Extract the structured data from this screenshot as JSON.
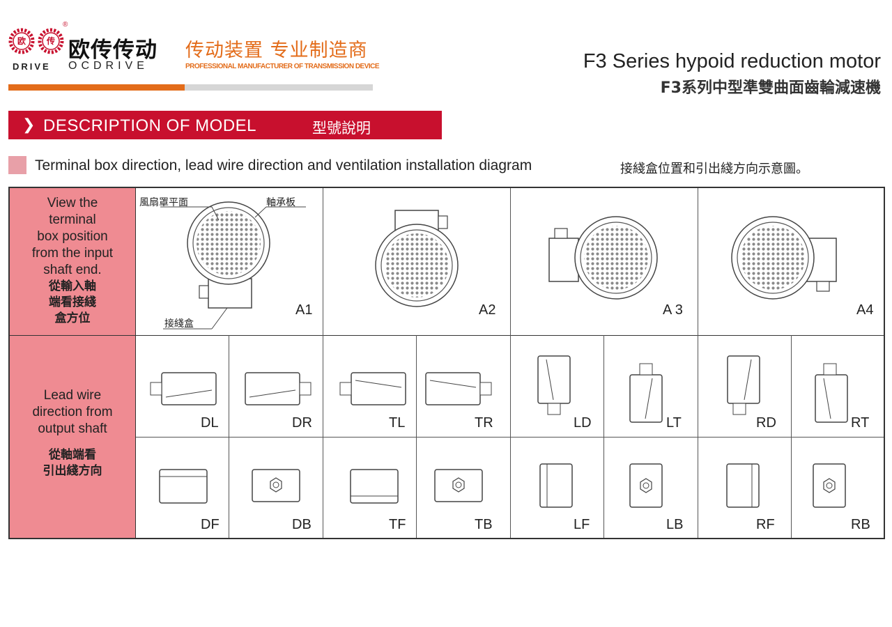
{
  "header": {
    "logo_chars": [
      "欧",
      "传"
    ],
    "registered_mark": "®",
    "brand_cn": "欧传传动",
    "brand_drive": "DRIVE",
    "brand_en": "OCDRIVE",
    "slogan_cn": "传动装置 专业制造商",
    "slogan_en": "PROFESSIONAL MANUFACTURER OF TRANSMISSION DEVICE",
    "title_en": "F3 Series hypoid reduction motor",
    "title_cn": "F3系列中型準雙曲面齒輪減速機"
  },
  "section": {
    "arrow": "❯",
    "title_en": "DESCRIPTION OF MODEL",
    "title_cn": "型號說明"
  },
  "subtitle": {
    "text_en": "Terminal box direction, lead wire direction and ventilation installation diagram",
    "text_cn": "接綫盒位置和引出綫方向示意圖。"
  },
  "table": {
    "row1_header_en": [
      "View the",
      "terminal",
      "box position",
      "from the input",
      "shaft end."
    ],
    "row1_header_cn": [
      "從輸入軸",
      "端看接綫",
      "盒方位"
    ],
    "row2_header_en": [
      "Lead wire",
      "direction from",
      "output shaft"
    ],
    "row2_header_cn": [
      "從軸端看",
      "引出綫方向"
    ],
    "notes": {
      "fan_cover": "風扇罩平面",
      "bearing_plate": "軸承板",
      "terminal_box": "接綫盒"
    },
    "positions": [
      "A1",
      "A2",
      "A 3",
      "A4"
    ],
    "lead_top": [
      "DL",
      "DR",
      "TL",
      "TR",
      "LD",
      "LT",
      "RD",
      "RT"
    ],
    "lead_bottom": [
      "DF",
      "DB",
      "TF",
      "TB",
      "LF",
      "LB",
      "RF",
      "RB"
    ]
  },
  "colors": {
    "brand_red": "#c8102e",
    "accent_orange": "#e36c1a",
    "header_pink": "#ef8b92"
  }
}
